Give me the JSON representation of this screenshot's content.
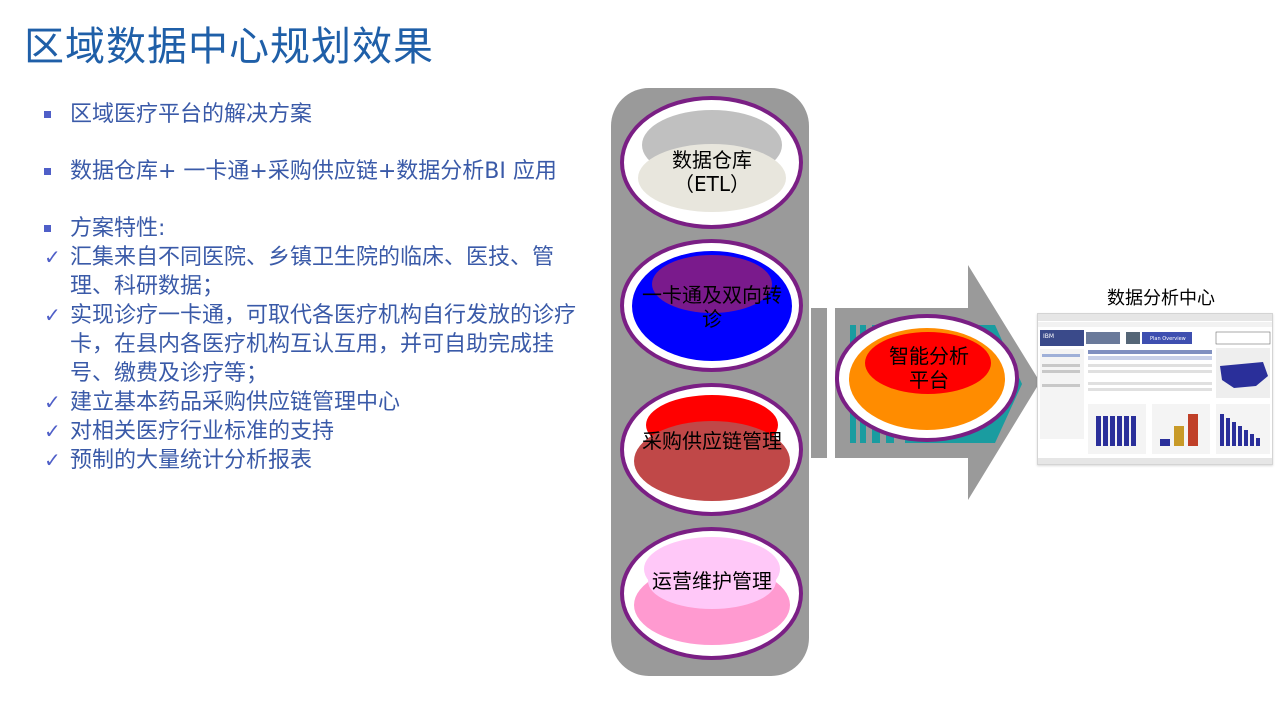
{
  "page": {
    "title": "区域数据中心规划效果"
  },
  "bullets": [
    {
      "text": "区域医疗平台的解决方案"
    },
    {
      "text": "数据仓库+ 一卡通+采购供应链+数据分析BI 应用"
    }
  ],
  "features": {
    "heading": "方案特性:",
    "items": [
      "汇集来自不同医院、乡镇卫生院的临床、医技、管理、科研数据；",
      "实现诊疗一卡通，可取代各医疗机构自行发放的诊疗卡，在县内各医疗机构互认互用，并可自助完成挂号、缴费及诊疗等；",
      "建立基本药品采购供应链管理中心",
      "对相关医疗行业标准的支持",
      "预制的大量统计分析报表"
    ]
  },
  "modules": [
    {
      "label": "数据仓库（ETL）",
      "color": "#c0c0c0"
    },
    {
      "label": "一卡通及双向转诊",
      "color": "#7a1a8c"
    },
    {
      "label": "采购供应链管理",
      "color": "#c04848"
    },
    {
      "label": "运营维护管理",
      "color": "#ff9ad0"
    }
  ],
  "platform": {
    "label": "智能分析平台",
    "color": "#ff0000"
  },
  "analysis_center": {
    "label": "数据分析中心"
  },
  "dashboard": {
    "logo": "IBM",
    "tab": "Plan Overview"
  },
  "colors": {
    "accent": "#1f5fa8",
    "ring_border": "#7a1f84",
    "arrow": "#9a9a9a",
    "teal": "#1a9ca0"
  }
}
